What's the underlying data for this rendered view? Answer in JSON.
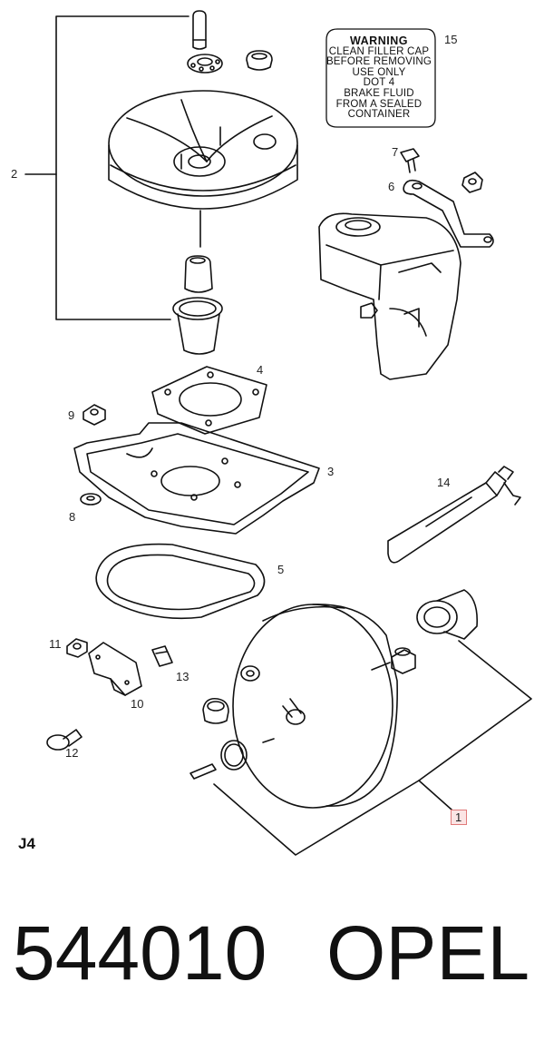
{
  "diagram": {
    "warning_label": {
      "title": "WARNING",
      "lines": [
        "CLEAN FILLER CAP",
        "BEFORE REMOVING",
        "USE ONLY",
        "DOT 4",
        "BRAKE FLUID",
        "FROM A SEALED",
        "CONTAINER"
      ]
    },
    "callouts": [
      "1",
      "2",
      "3",
      "4",
      "5",
      "6",
      "7",
      "8",
      "9",
      "10",
      "11",
      "12",
      "13",
      "14",
      "15"
    ],
    "sheet_code": "J4",
    "highlight_callout": "1"
  },
  "part_number": "544010",
  "brand": "OPEL",
  "colors": {
    "ink": "#111111",
    "highlight_border": "#e07a7a",
    "highlight_fill": "#fbe4e4"
  }
}
